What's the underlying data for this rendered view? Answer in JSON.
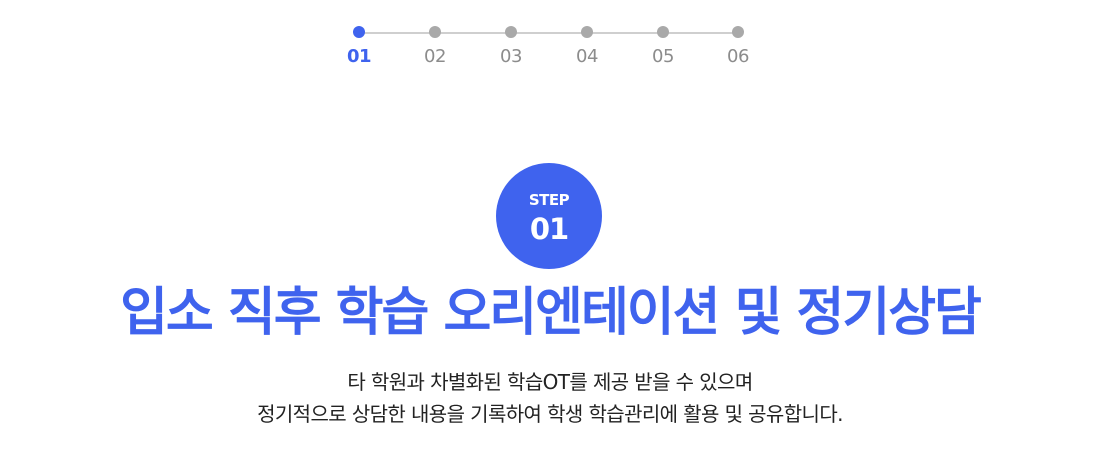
{
  "stepper": {
    "steps": [
      {
        "label": "01",
        "active": true
      },
      {
        "label": "02",
        "active": false
      },
      {
        "label": "03",
        "active": false
      },
      {
        "label": "04",
        "active": false
      },
      {
        "label": "05",
        "active": false
      },
      {
        "label": "06",
        "active": false
      }
    ]
  },
  "badge": {
    "label": "STEP",
    "number": "01"
  },
  "title": "입소 직후 학습 오리엔테이션 및 정기상담",
  "description": {
    "line1": "타 학원과 차별화된 학습OT를 제공 받을 수 있으며",
    "line2": "정기적으로 상담한 내용을 기록하여 학생 학습관리에 활용 및 공유합니다."
  },
  "colors": {
    "accent": "#3f63ee",
    "inactive": "#a9a9a9",
    "line": "#cfcfcf",
    "text": "#222222"
  }
}
